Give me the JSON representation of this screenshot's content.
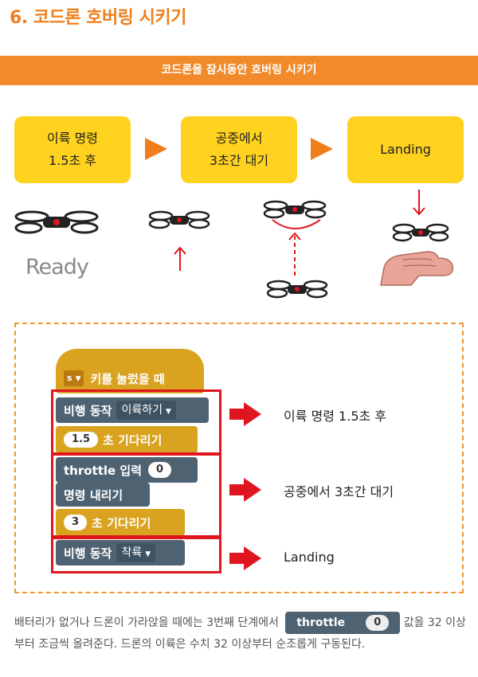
{
  "title": "6. 코드론 호버링 시키기",
  "banner": "코드론을 잠시동안 호버링 시키기",
  "steps": [
    {
      "line1": "이륙 명령",
      "line2": "1.5초 후"
    },
    {
      "line1": "공중에서",
      "line2": "3초간 대기"
    },
    {
      "line1": "Landing",
      "line2": ""
    }
  ],
  "ready_label": "Ready",
  "code": {
    "hat_key": "s",
    "hat_text": "키를 눌렀을 때",
    "fly_action": "비행 동작",
    "takeoff_option": "이륙하기",
    "wait_value_1": "1.5",
    "wait_text": "초 기다리기",
    "throttle_label": "throttle 입력",
    "throttle_value": "0",
    "send_command": "명령 내리기",
    "wait_value_2": "3",
    "land_option": "착륙"
  },
  "annotations": [
    "이륙 명령 1.5초 후",
    "공중에서 3초간 대기",
    "Landing"
  ],
  "note": {
    "part1": "배터리가 없거나 드론이 가라앉을 때에는 3번째 단계에서",
    "block_label": "throttle",
    "block_value": "0",
    "part2": "값을 32 이상부터 조금씩 올려준다. 드론의 이륙은 수치 32 이상부터 순조롭게 구동된다."
  },
  "colors": {
    "accent": "#f07f1b",
    "step_bg": "#ffd21f",
    "red": "#e0161e",
    "drone_block": "#4e6272",
    "control_block": "#d9a21f"
  }
}
